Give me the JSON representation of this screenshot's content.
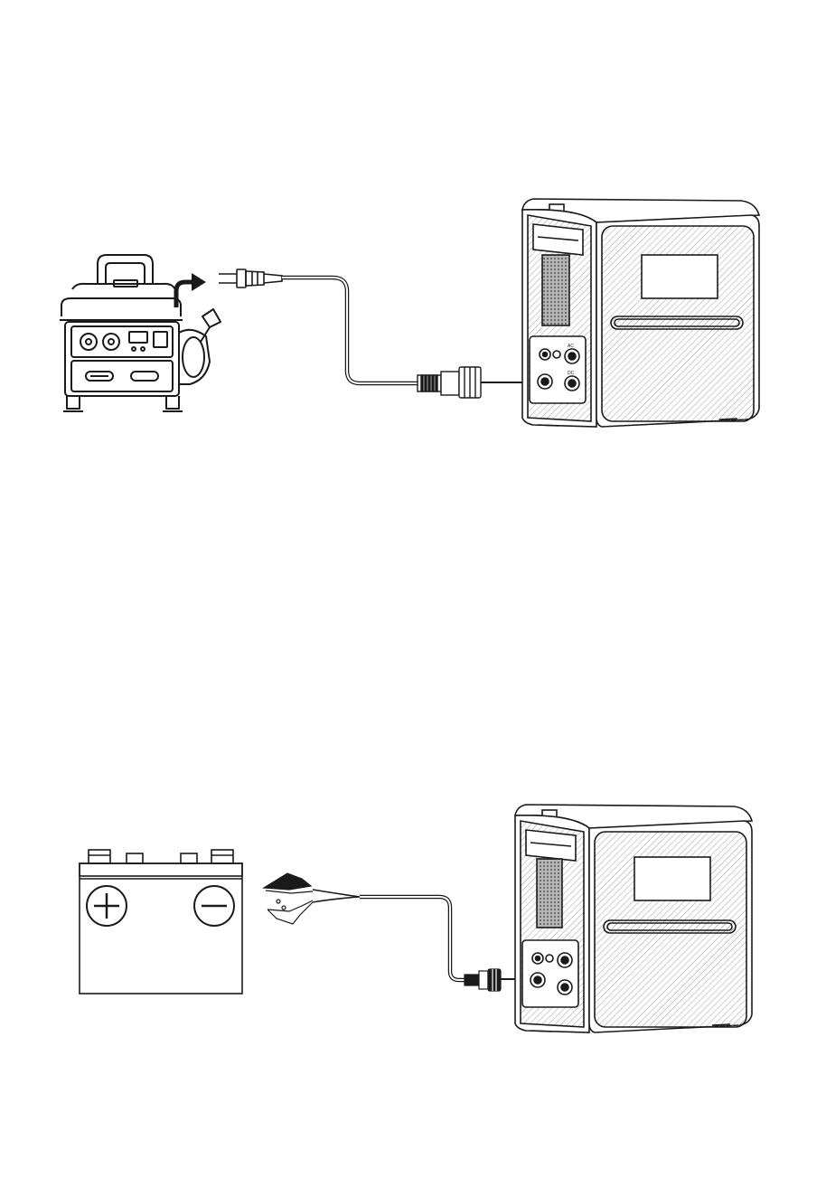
{
  "diagrams": [
    {
      "name": "generator-to-power-station",
      "source": "portable-generator",
      "cable": "ac-charging-cable",
      "target": "power-station"
    },
    {
      "name": "battery-to-power-station",
      "source": "car-battery",
      "cable": "battery-clamp-cable",
      "target": "power-station"
    }
  ],
  "labels": {
    "port_top": "AC",
    "port_bottom": "DC"
  },
  "colors": {
    "line": "#1a1a1a",
    "background": "#ffffff",
    "hatch": "#9a9a9a"
  },
  "icons": [
    "plus-icon",
    "minus-icon",
    "arrow-icon"
  ]
}
